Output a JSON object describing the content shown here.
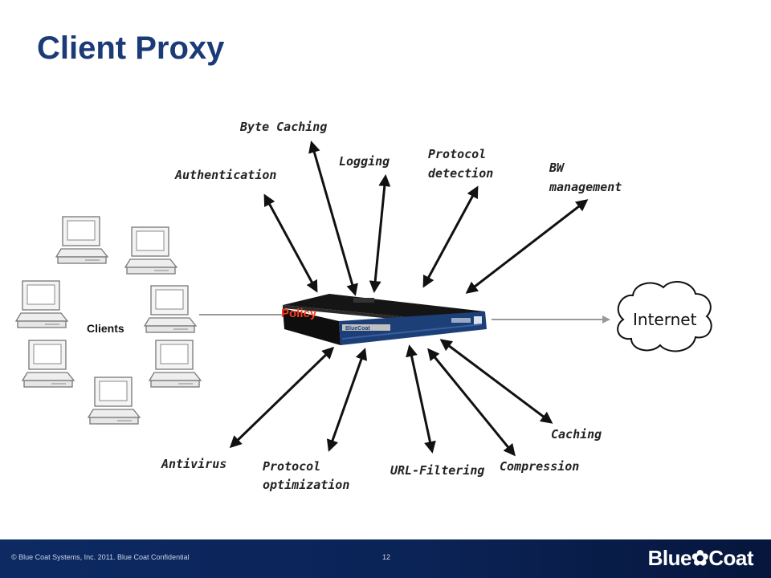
{
  "slide": {
    "title": "Client Proxy"
  },
  "diagram": {
    "clients_label": "Clients",
    "policy_label": "Policy",
    "internet_label": "Internet",
    "appliance_brand": "BlueCoat",
    "features": {
      "byte_caching": "Byte Caching",
      "logging": "Logging",
      "protocol_detection": [
        "Protocol",
        "detection"
      ],
      "authentication": "Authentication",
      "bw_management": [
        "BW",
        "management"
      ],
      "antivirus": "Antivirus",
      "protocol_optimization": [
        "Protocol",
        "optimization"
      ],
      "url_filtering": "URL-Filtering",
      "compression": "Compression",
      "caching": "Caching"
    }
  },
  "footer": {
    "copyright": "© Blue Coat Systems, Inc. 2011. Blue Coat Confidential",
    "page_number": "12",
    "brand": "Blue✿Coat"
  },
  "colors": {
    "title": "#1b3a78",
    "policy": "#ff3a1a",
    "footer_bg": "#0b2356"
  }
}
